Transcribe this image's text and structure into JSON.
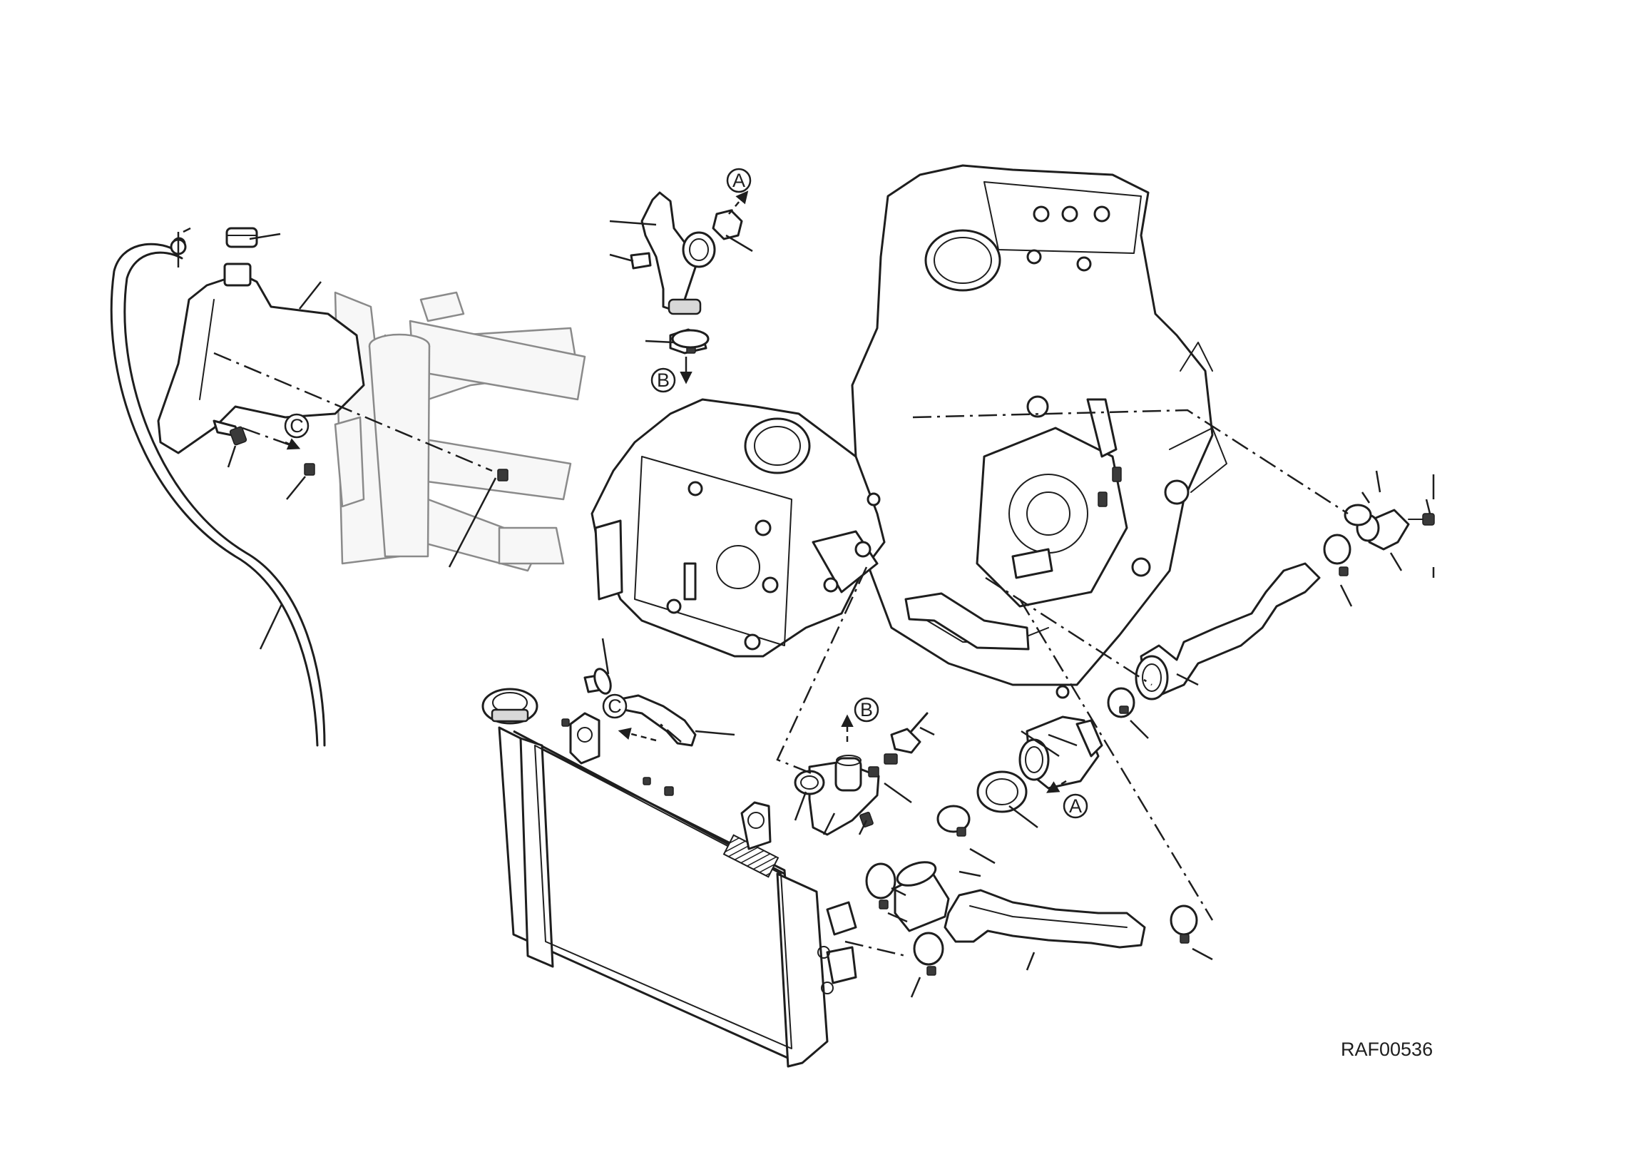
{
  "diagram": {
    "drawing_code": "RAF00536",
    "callouts": [
      {
        "id": "a-top",
        "label": "A"
      },
      {
        "id": "b-top",
        "label": "B"
      },
      {
        "id": "c-tank",
        "label": "C"
      },
      {
        "id": "c-radiator",
        "label": "C"
      },
      {
        "id": "b-thermostat",
        "label": "B"
      },
      {
        "id": "a-pump",
        "label": "A"
      }
    ]
  }
}
